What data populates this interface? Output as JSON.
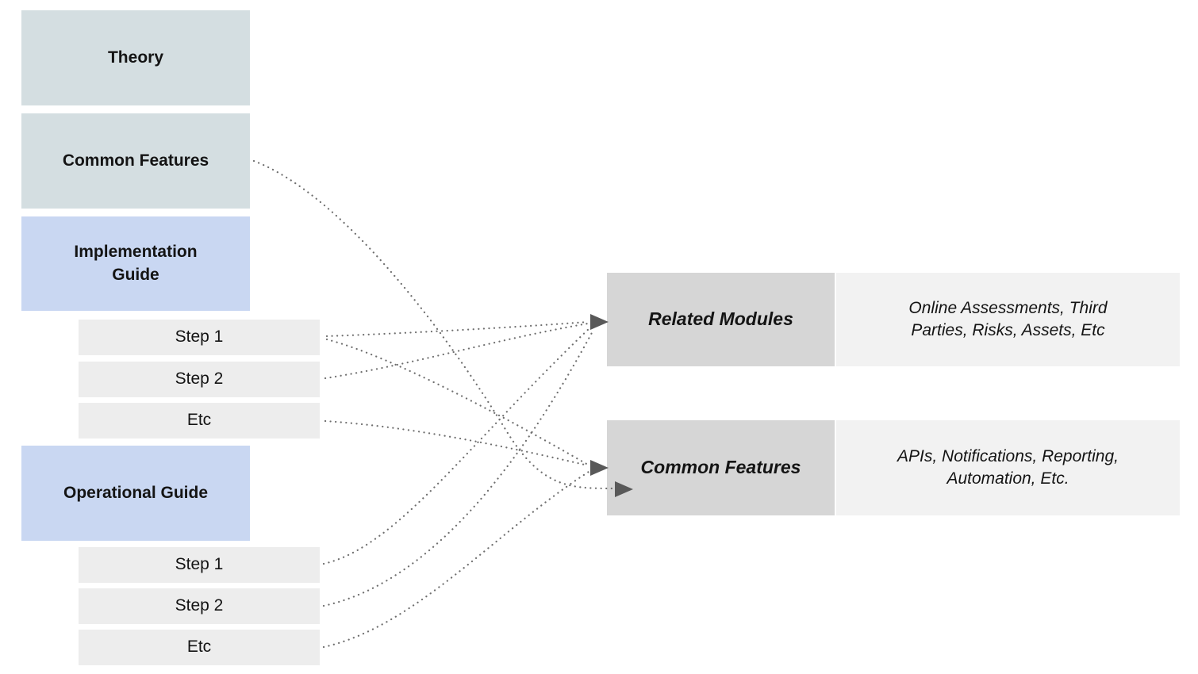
{
  "left_column": {
    "sections": [
      {
        "id": "theory",
        "type": "category",
        "label": "Theory"
      },
      {
        "id": "common-features",
        "type": "category",
        "label": "Common Features"
      },
      {
        "id": "implementation-guide",
        "type": "guide",
        "label": "Implementation Guide",
        "steps": [
          "Step 1",
          "Step 2",
          "Etc"
        ]
      },
      {
        "id": "operational-guide",
        "type": "guide",
        "label": "Operational Guide",
        "steps": [
          "Step 1",
          "Step 2",
          "Etc"
        ]
      }
    ]
  },
  "right_column": {
    "rows": [
      {
        "id": "related-modules",
        "label": "Related Modules",
        "detail": "Online Assessments, Third Parties, Risks, Assets, Etc"
      },
      {
        "id": "common-features-right",
        "label": "Common Features",
        "detail": "APIs, Notifications, Reporting, Automation, Etc."
      }
    ]
  },
  "connections": [
    {
      "from": "common-features",
      "to": "common-features-right"
    },
    {
      "from": "implementation-guide/step-1",
      "to": "related-modules"
    },
    {
      "from": "implementation-guide/step-1",
      "to": "common-features-right"
    },
    {
      "from": "implementation-guide/step-2",
      "to": "related-modules"
    },
    {
      "from": "implementation-guide/etc",
      "to": "common-features-right"
    },
    {
      "from": "operational-guide/step-1",
      "to": "related-modules"
    },
    {
      "from": "operational-guide/step-2",
      "to": "related-modules"
    },
    {
      "from": "operational-guide/etc",
      "to": "common-features-right"
    }
  ],
  "connector_style": {
    "line": "dotted",
    "color": "#6f6f6f",
    "arrowhead_color": "#595959"
  },
  "colors": {
    "category_box": "#d4dee1",
    "guide_box": "#c9d7f2",
    "step_box": "#ededed",
    "label_box": "#d6d6d6",
    "detail_box": "#f2f2f2",
    "connector": "#6f6f6f",
    "arrowhead": "#595959",
    "text": "#141414",
    "bg": "#ffffff"
  }
}
